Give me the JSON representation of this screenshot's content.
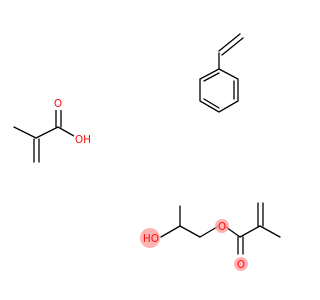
{
  "diagram": {
    "molecules": [
      {
        "name": "styrene",
        "atoms": []
      },
      {
        "name": "methacrylic-acid",
        "atoms": [
          {
            "id": "o-carbonyl",
            "label": "O"
          },
          {
            "id": "oh",
            "label": "OH"
          }
        ]
      },
      {
        "name": "hydroxypropyl-methacrylate",
        "atoms": [
          {
            "id": "ho",
            "label": "HO"
          },
          {
            "id": "o-ester",
            "label": "O"
          },
          {
            "id": "o-carbonyl-2",
            "label": "O"
          }
        ]
      }
    ],
    "colors": {
      "bond": "#000000",
      "oxygen": "#ff0d0d",
      "oxygen_highlight": "#ff9a9a"
    }
  }
}
